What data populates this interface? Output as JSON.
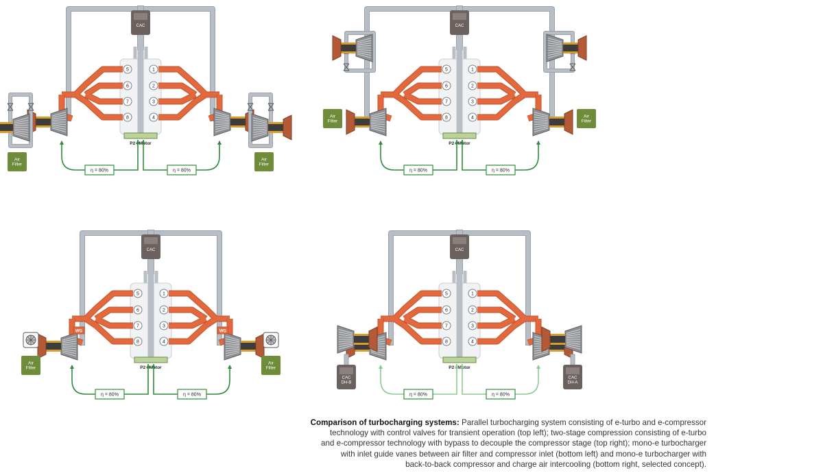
{
  "labels": {
    "cac": "CAC",
    "cac_dh": "CAC\nDH-B",
    "cac_dh_a": "CAC\nDH-A",
    "air_filter": "Air\nFilter",
    "p2": "P2 eMotor",
    "eta": "η = 80%",
    "wg": "WG",
    "cylinders_left": [
      "5",
      "6",
      "7",
      "8"
    ],
    "cylinders_right": [
      "1",
      "2",
      "3",
      "4"
    ]
  },
  "caption": {
    "title": "Comparison of turbocharging systems:",
    "lines": [
      "Parallel turbocharging system consisting of e-turbo and e-compressor",
      "technology with control valves for transient operation (top left); two-stage compression consisting of e-turbo",
      "and e-compressor technology with bypass to decouple the compressor stage (top right); mono-e turbocharger",
      "with inlet guide vanes between air filter and compressor inlet (bottom left) and mono-e turbocharger with",
      "back-to-back compressor and charge air intercooling (bottom right, selected concept)."
    ]
  },
  "colors": {
    "pipe": "#b8bec6",
    "pipe_edge": "#9aa1aa",
    "exhaust": "#e2683e",
    "exhaust_edge": "#c4522b",
    "green": "#2f8a3a",
    "green_light": "#8cc98f",
    "filter": "#6e8c3a",
    "cac": "#6b625f",
    "motor": "#b9d39a",
    "turbo": "#8e9093"
  },
  "diagrams": [
    {
      "id": "top-left",
      "variant": "parallel"
    },
    {
      "id": "top-right",
      "variant": "two-stage"
    },
    {
      "id": "bottom-left",
      "variant": "mono-igv"
    },
    {
      "id": "bottom-right",
      "variant": "mono-b2b"
    }
  ]
}
